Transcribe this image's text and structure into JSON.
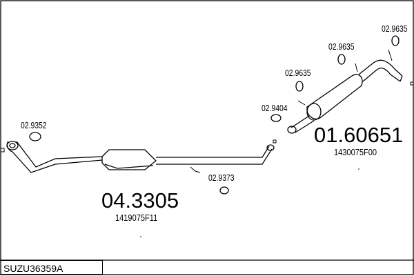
{
  "diagram_code": "SUZU36359A",
  "parts": [
    {
      "number": "04.3305",
      "oem": "1419075F11",
      "type": "catalytic-converter"
    },
    {
      "number": "01.60651",
      "oem": "1430075F00",
      "type": "rear-silencer"
    }
  ],
  "accessories": [
    {
      "number": "02.9352",
      "type": "gasket"
    },
    {
      "number": "02.9373",
      "type": "gasket"
    },
    {
      "number": "02.9404",
      "type": "gasket"
    },
    {
      "number": "02.9635",
      "type": "rubber-hanger"
    },
    {
      "number": "02.9635",
      "type": "rubber-hanger"
    },
    {
      "number": "02.9635",
      "type": "rubber-hanger"
    }
  ]
}
